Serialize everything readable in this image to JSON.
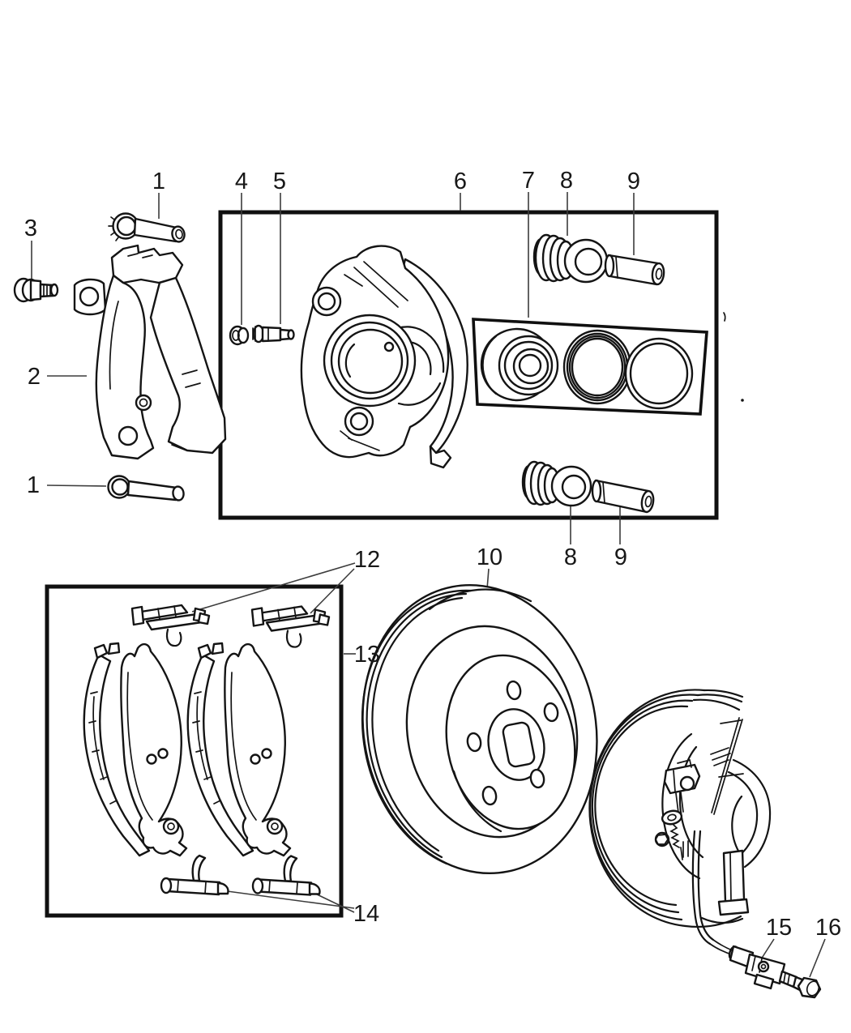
{
  "diagram": {
    "background": "#ffffff",
    "line_color": "#141414",
    "callouts": {
      "adapter_bolt_top": "1",
      "adapter_screw": "3",
      "adapter_bracket": "2",
      "adapter_bolt_bottom": "1",
      "cap": "4",
      "bleeder_screw": "5",
      "caliper_box": "6",
      "seal_kit": "7",
      "bushing_top": "8",
      "guide_pin_top": "9",
      "bushing_bottom": "8",
      "guide_pin_bottom": "9",
      "rotor": "10",
      "pad_clips_top": "12",
      "pad_kit_box": "13",
      "pad_clips_bottom": "14",
      "sensor": "15",
      "sensor_bolt": "16"
    }
  }
}
